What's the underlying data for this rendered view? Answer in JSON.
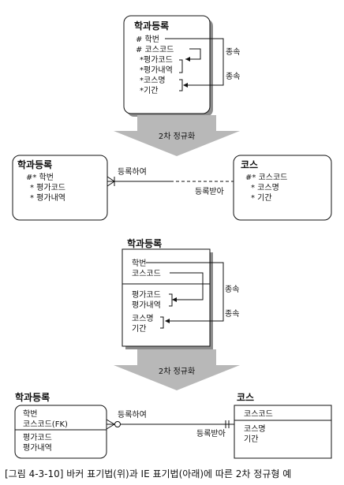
{
  "top": {
    "main_entity": {
      "title": "학과등록",
      "attrs": [
        "# 학번",
        "# 코스코드",
        "*평가코드",
        "*평가내역",
        "*코스명",
        "*기간"
      ]
    },
    "dep_labels": [
      "종속",
      "종속"
    ],
    "arrow_label": "2차 정규화",
    "left_entity": {
      "title": "학과등록",
      "attrs": [
        "#* 학번",
        "* 평가코드",
        "* 평가내역"
      ]
    },
    "right_entity": {
      "title": "코스",
      "attrs": [
        "#* 코스코드",
        "* 코스명",
        "* 기간"
      ]
    },
    "rel_labels": [
      "등록하여",
      "등록받아"
    ]
  },
  "bottom": {
    "main_entity": {
      "title": "학과등록",
      "key_attrs": [
        "학번",
        "코스코드"
      ],
      "attrs": [
        "평가코드",
        "평가내역",
        "코스명",
        "기간"
      ]
    },
    "dep_labels": [
      "종속",
      "종속"
    ],
    "arrow_label": "2차 정규화",
    "left_entity": {
      "title": "학과등록",
      "key_attrs": [
        "학번",
        "코스코드(FK)"
      ],
      "attrs": [
        "평가코드",
        "평가내역"
      ]
    },
    "right_entity": {
      "title": "코스",
      "key_attrs": [
        "코스코드"
      ],
      "attrs": [
        "코스명",
        "기간"
      ]
    },
    "rel_labels": [
      "등록하여",
      "등록받아"
    ]
  },
  "caption": "[그림 4-3-10] 바커 표기법(위)과 IE 표기법(아래)에 따른 2차 정규형 예"
}
